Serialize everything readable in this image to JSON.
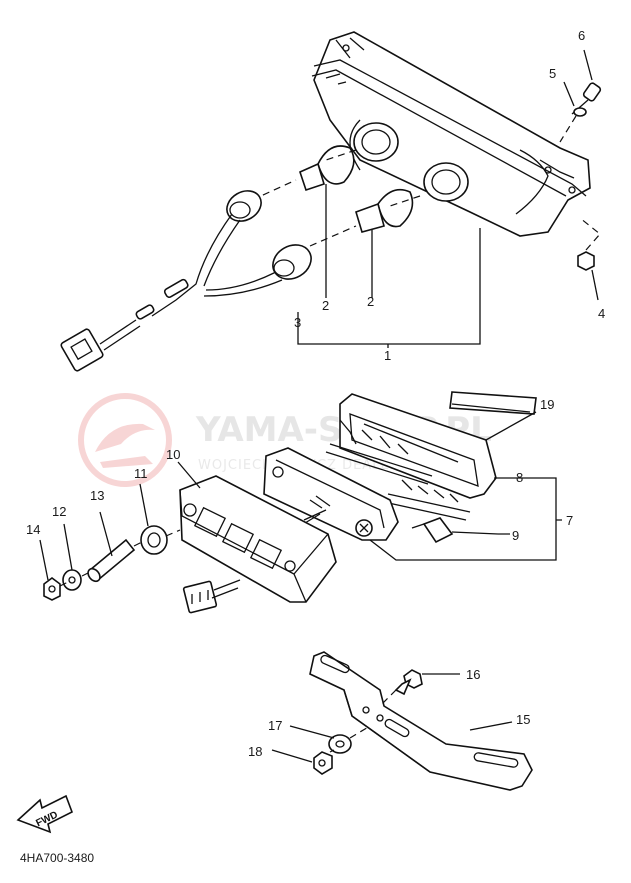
{
  "watermark": {
    "title": "YAMA-SKLEP.PL",
    "subtitle": "WOJCIECH WOWCZ DEALER YAMAHA",
    "logo_color": "#f2b3b3"
  },
  "diagram_code": "4HA700-3480",
  "fwd_label": "FWD",
  "callouts": {
    "c1": "1",
    "c2a": "2",
    "c2b": "2",
    "c3": "3",
    "c4": "4",
    "c5": "5",
    "c6": "6",
    "c7": "7",
    "c8": "8",
    "c9": "9",
    "c10": "10",
    "c11": "11",
    "c12": "12",
    "c13": "13",
    "c14": "14",
    "c15": "15",
    "c16": "16",
    "c17": "17",
    "c18": "18",
    "c19": "19"
  },
  "parts": [
    {
      "key": "tail-light-assy",
      "callout": "1"
    },
    {
      "key": "bulb",
      "callout": "2"
    },
    {
      "key": "socket-cord",
      "callout": "3"
    },
    {
      "key": "nut",
      "callout": "4"
    },
    {
      "key": "washer",
      "callout": "5"
    },
    {
      "key": "screw",
      "callout": "6"
    },
    {
      "key": "license-light-assy",
      "callout": "7"
    },
    {
      "key": "lens",
      "callout": "8"
    },
    {
      "key": "license-bulb",
      "callout": "9"
    },
    {
      "key": "bracket",
      "callout": "10"
    },
    {
      "key": "damper",
      "callout": "11"
    },
    {
      "key": "washer",
      "callout": "12"
    },
    {
      "key": "collar",
      "callout": "13"
    },
    {
      "key": "nut",
      "callout": "14"
    },
    {
      "key": "stay",
      "callout": "15"
    },
    {
      "key": "bolt",
      "callout": "16"
    },
    {
      "key": "washer",
      "callout": "17"
    },
    {
      "key": "nut",
      "callout": "18"
    },
    {
      "key": "label",
      "callout": "19"
    }
  ]
}
